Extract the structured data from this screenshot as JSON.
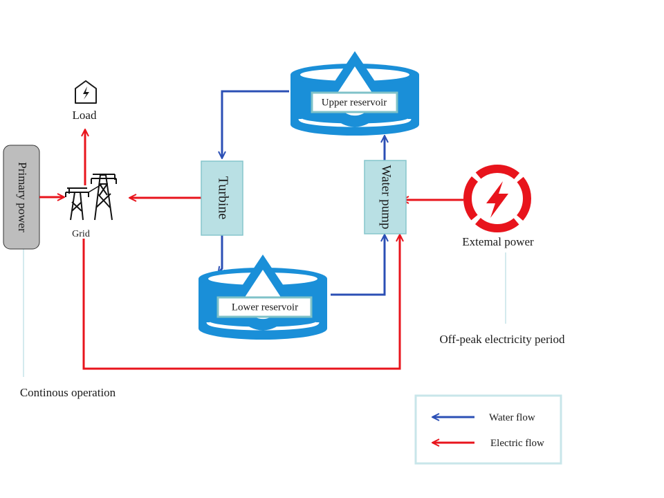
{
  "labels": {
    "primary_power": "Primary power",
    "grid": "Grid",
    "load": "Load",
    "turbine": "Turbine",
    "water_pump": "Water pump",
    "upper_reservoir": "Upper reservoir",
    "lower_reservoir": "Lower reservoir",
    "external_power": "Extemal power",
    "off_peak": "Off-peak electricity period",
    "continuous": "Continous operation"
  },
  "legend": {
    "water_flow": "Water flow",
    "electric_flow": "Electric flow"
  },
  "colors": {
    "water": "#2b4fb5",
    "electric": "#e8141c",
    "reservoir": "#1a8fd8",
    "unit_fill": "#b9e0e4",
    "unit_border": "#86c5cc",
    "primary_fill": "#bdbdbd",
    "leader": "#a9d6dc"
  },
  "icons": {
    "load": "house-lightning-icon",
    "grid": "transmission-tower-icon",
    "external": "lightning-circle-icon",
    "reservoir": "water-drop-reservoir-icon"
  }
}
